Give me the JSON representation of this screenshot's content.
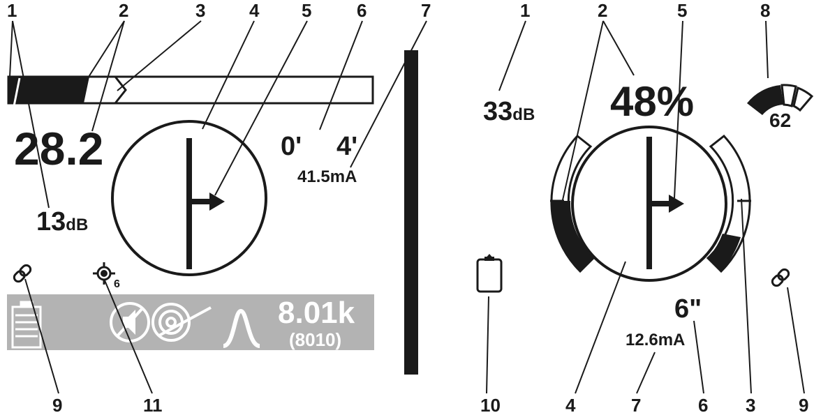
{
  "left_screen": {
    "peak_value": "28.2",
    "signal_gain": {
      "value": "13",
      "unit": "dB"
    },
    "depth": {
      "value": "0'",
      "value2": "4'"
    },
    "current": "41.5mA",
    "satellite_count": "6",
    "frequency": {
      "value": "8.01k",
      "hz": "(8010)"
    },
    "bar_level": 0.28
  },
  "right_screen": {
    "signal_gain": {
      "value": "33",
      "unit": "dB"
    },
    "percent": "48%",
    "compass_value": "62",
    "depth": "6\"",
    "current": "12.6mA"
  },
  "callouts": {
    "left_top": [
      "1",
      "2",
      "3",
      "4",
      "5",
      "6",
      "7"
    ],
    "left_bottom": [
      "9",
      "11"
    ],
    "right_top": [
      "1",
      "2",
      "5",
      "8"
    ],
    "right_bottom": [
      "10",
      "4",
      "7",
      "6",
      "3",
      "9"
    ]
  },
  "icons": {
    "link": "link-chain-icon",
    "gps": "gps-target-icon",
    "battery": "battery-icon",
    "mute": "speaker-muted-icon",
    "target": "target-off-icon",
    "peak": "peak-response-icon",
    "clipboard": "clipboard-icon"
  },
  "colors": {
    "ink": "#1a1a1a",
    "status_bar": "#b3b3b3",
    "status_icons": "#ffffff"
  }
}
